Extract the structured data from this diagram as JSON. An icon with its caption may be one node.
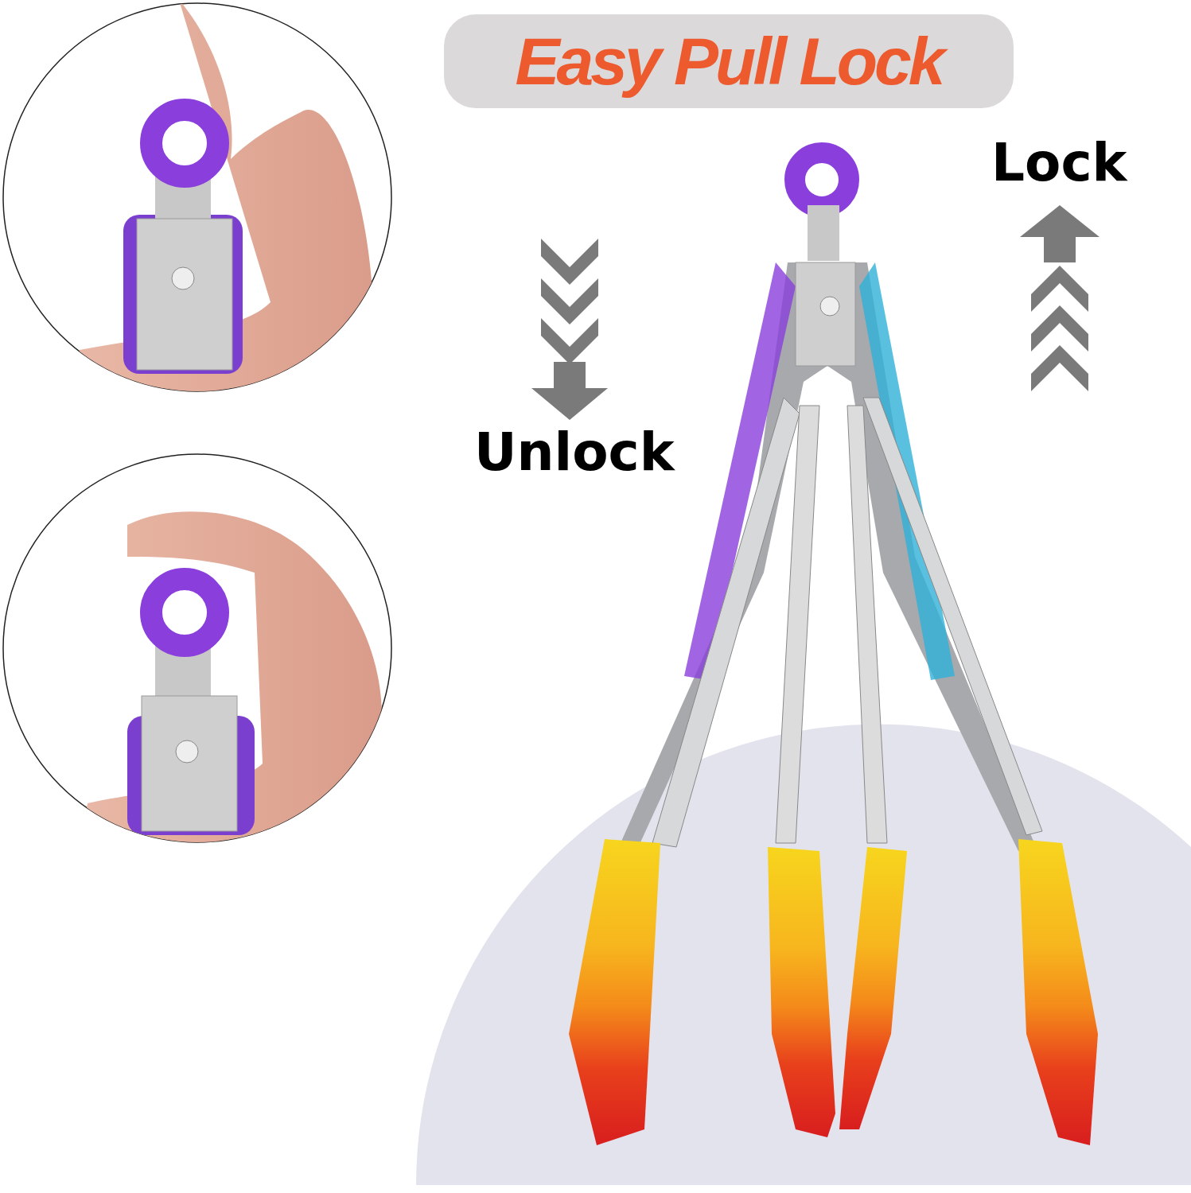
{
  "diagram": {
    "title": "Easy Pull Lock",
    "labels": [
      "Lock",
      "Unlock"
    ]
  }
}
